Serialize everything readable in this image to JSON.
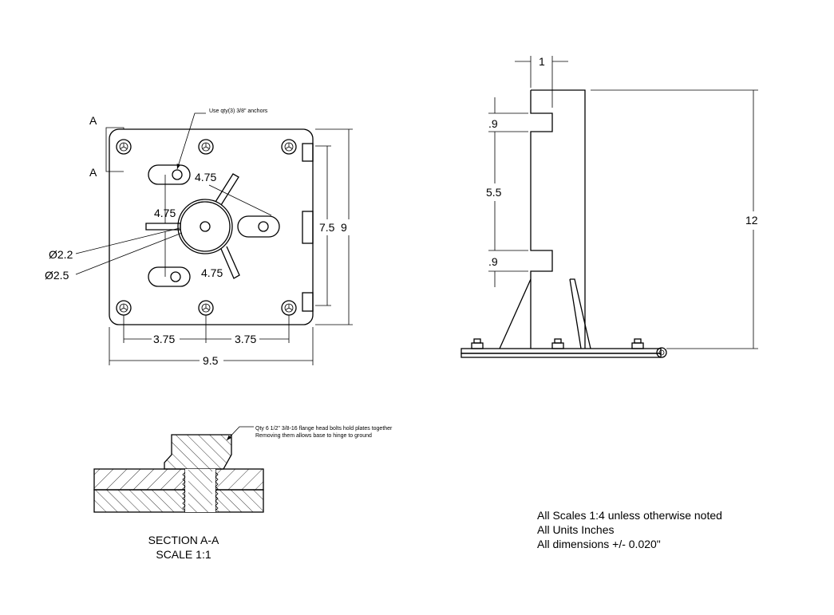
{
  "top_view": {
    "section_label": "A",
    "anchor_note": "Use qty(3) 3/8\" anchors",
    "dims": {
      "slot_upper": "4.75",
      "slot_left": "4.75",
      "slot_lower": "4.75",
      "d_inner": "Ø2.2",
      "d_outer": "Ø2.5",
      "tab_span": "7.5",
      "height": "9",
      "half_left": "3.75",
      "half_right": "3.75",
      "width": "9.5"
    }
  },
  "side_view": {
    "dims": {
      "top": "1",
      "notch1": ".9",
      "gap": "5.5",
      "notch2": ".9",
      "height": "12"
    }
  },
  "section_view": {
    "bolt_note_line1": "Qty 6 1/2\" 3/8-16 flange head bolts hold plates together",
    "bolt_note_line2": "Removing  them allows base to hinge to ground",
    "title": "SECTION A-A",
    "scale": "SCALE 1:1"
  },
  "notes": [
    "All Scales 1:4 unless otherwise noted",
    "All Units Inches",
    "All dimensions +/- 0.020\""
  ]
}
